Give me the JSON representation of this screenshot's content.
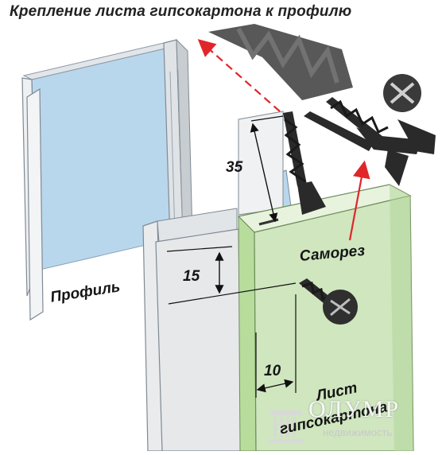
{
  "title": "Крепление листа гипсокартона к профилю",
  "dimensions": {
    "profile_to_screw": "35",
    "sheet_edge_to_screw": "15",
    "side_offset": "10"
  },
  "labels": {
    "profile": "Профиль",
    "screw": "Саморез",
    "sheet_line1": "Лист",
    "sheet_line2": "гипсокартона"
  },
  "watermark": {
    "name": "ОЛУМР",
    "tagline": "недвижимость"
  },
  "colors": {
    "profile_face": "#e6e8ea",
    "profile_inner": "#b9d7ec",
    "sheet_face": "#cfe6bf",
    "sheet_edge": "#9ccc80",
    "screw": "#2a2a2a",
    "arrow_red": "#e0262b"
  }
}
